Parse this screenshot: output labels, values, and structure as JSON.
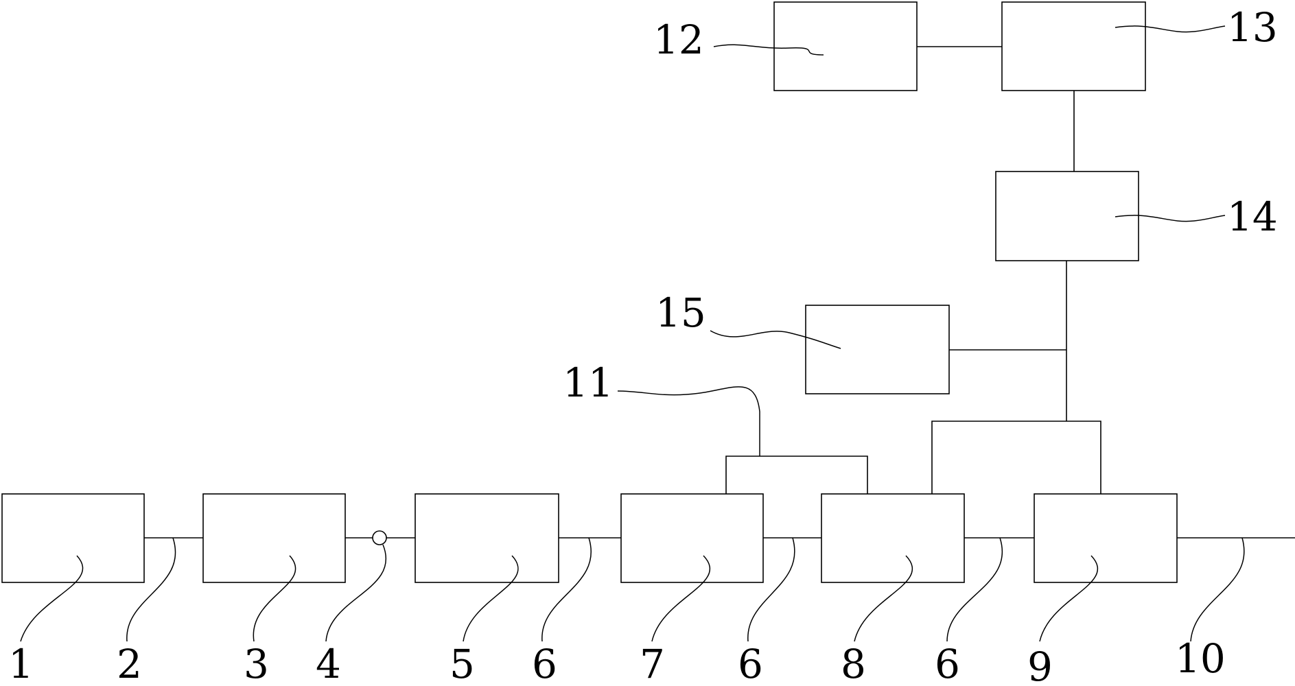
{
  "figure": {
    "type": "block-diagram",
    "style": "patent line drawing",
    "colors": {
      "background": "#ffffff",
      "line": "#000000"
    }
  },
  "reference_numerals": {
    "block_1": "1",
    "line_2": "2",
    "block_3": "3",
    "junction_4": "4",
    "block_5": "5",
    "line_6a": "6",
    "block_7": "7",
    "line_6b": "6",
    "block_8": "8",
    "line_6c": "6",
    "block_9": "9",
    "output_10": "10",
    "bridge_11": "11",
    "block_12": "12",
    "block_13": "13",
    "block_14": "14",
    "block_15": "15"
  }
}
